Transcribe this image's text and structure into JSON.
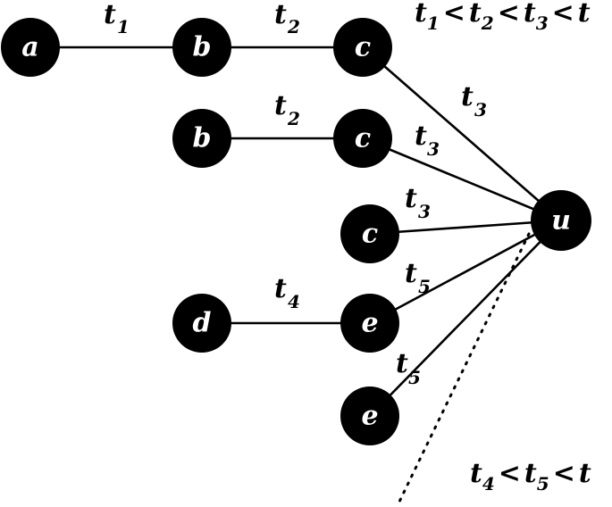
{
  "nodes": {
    "a_top": "a",
    "b_top": "b",
    "c_top": "c",
    "b_mid": "b",
    "c_mid": "c",
    "c_lone": "c",
    "d_node": "d",
    "e_mid": "e",
    "e_bottom": "e",
    "u_node": "u"
  },
  "edge_labels": {
    "ab": {
      "base": "t",
      "sub": "1"
    },
    "bc1": {
      "base": "t",
      "sub": "2"
    },
    "cu1": {
      "base": "t",
      "sub": "3"
    },
    "bc2": {
      "base": "t",
      "sub": "2"
    },
    "cu2": {
      "base": "t",
      "sub": "3"
    },
    "cu3": {
      "base": "t",
      "sub": "3"
    },
    "de": {
      "base": "t",
      "sub": "4"
    },
    "eu1": {
      "base": "t",
      "sub": "5"
    },
    "eu2": {
      "base": "t",
      "sub": "5"
    }
  },
  "inequalities": {
    "top": {
      "t1": "t",
      "s1": "1",
      "lt1": "<",
      "t2": "t",
      "s2": "2",
      "lt2": "<",
      "t3": "t",
      "s3": "3",
      "lt3": "<",
      "t4": "t"
    },
    "bottom": {
      "t1": "t",
      "s1": "4",
      "lt1": "<",
      "t2": "t",
      "s2": "5",
      "lt2": "<",
      "t3": "t"
    }
  }
}
